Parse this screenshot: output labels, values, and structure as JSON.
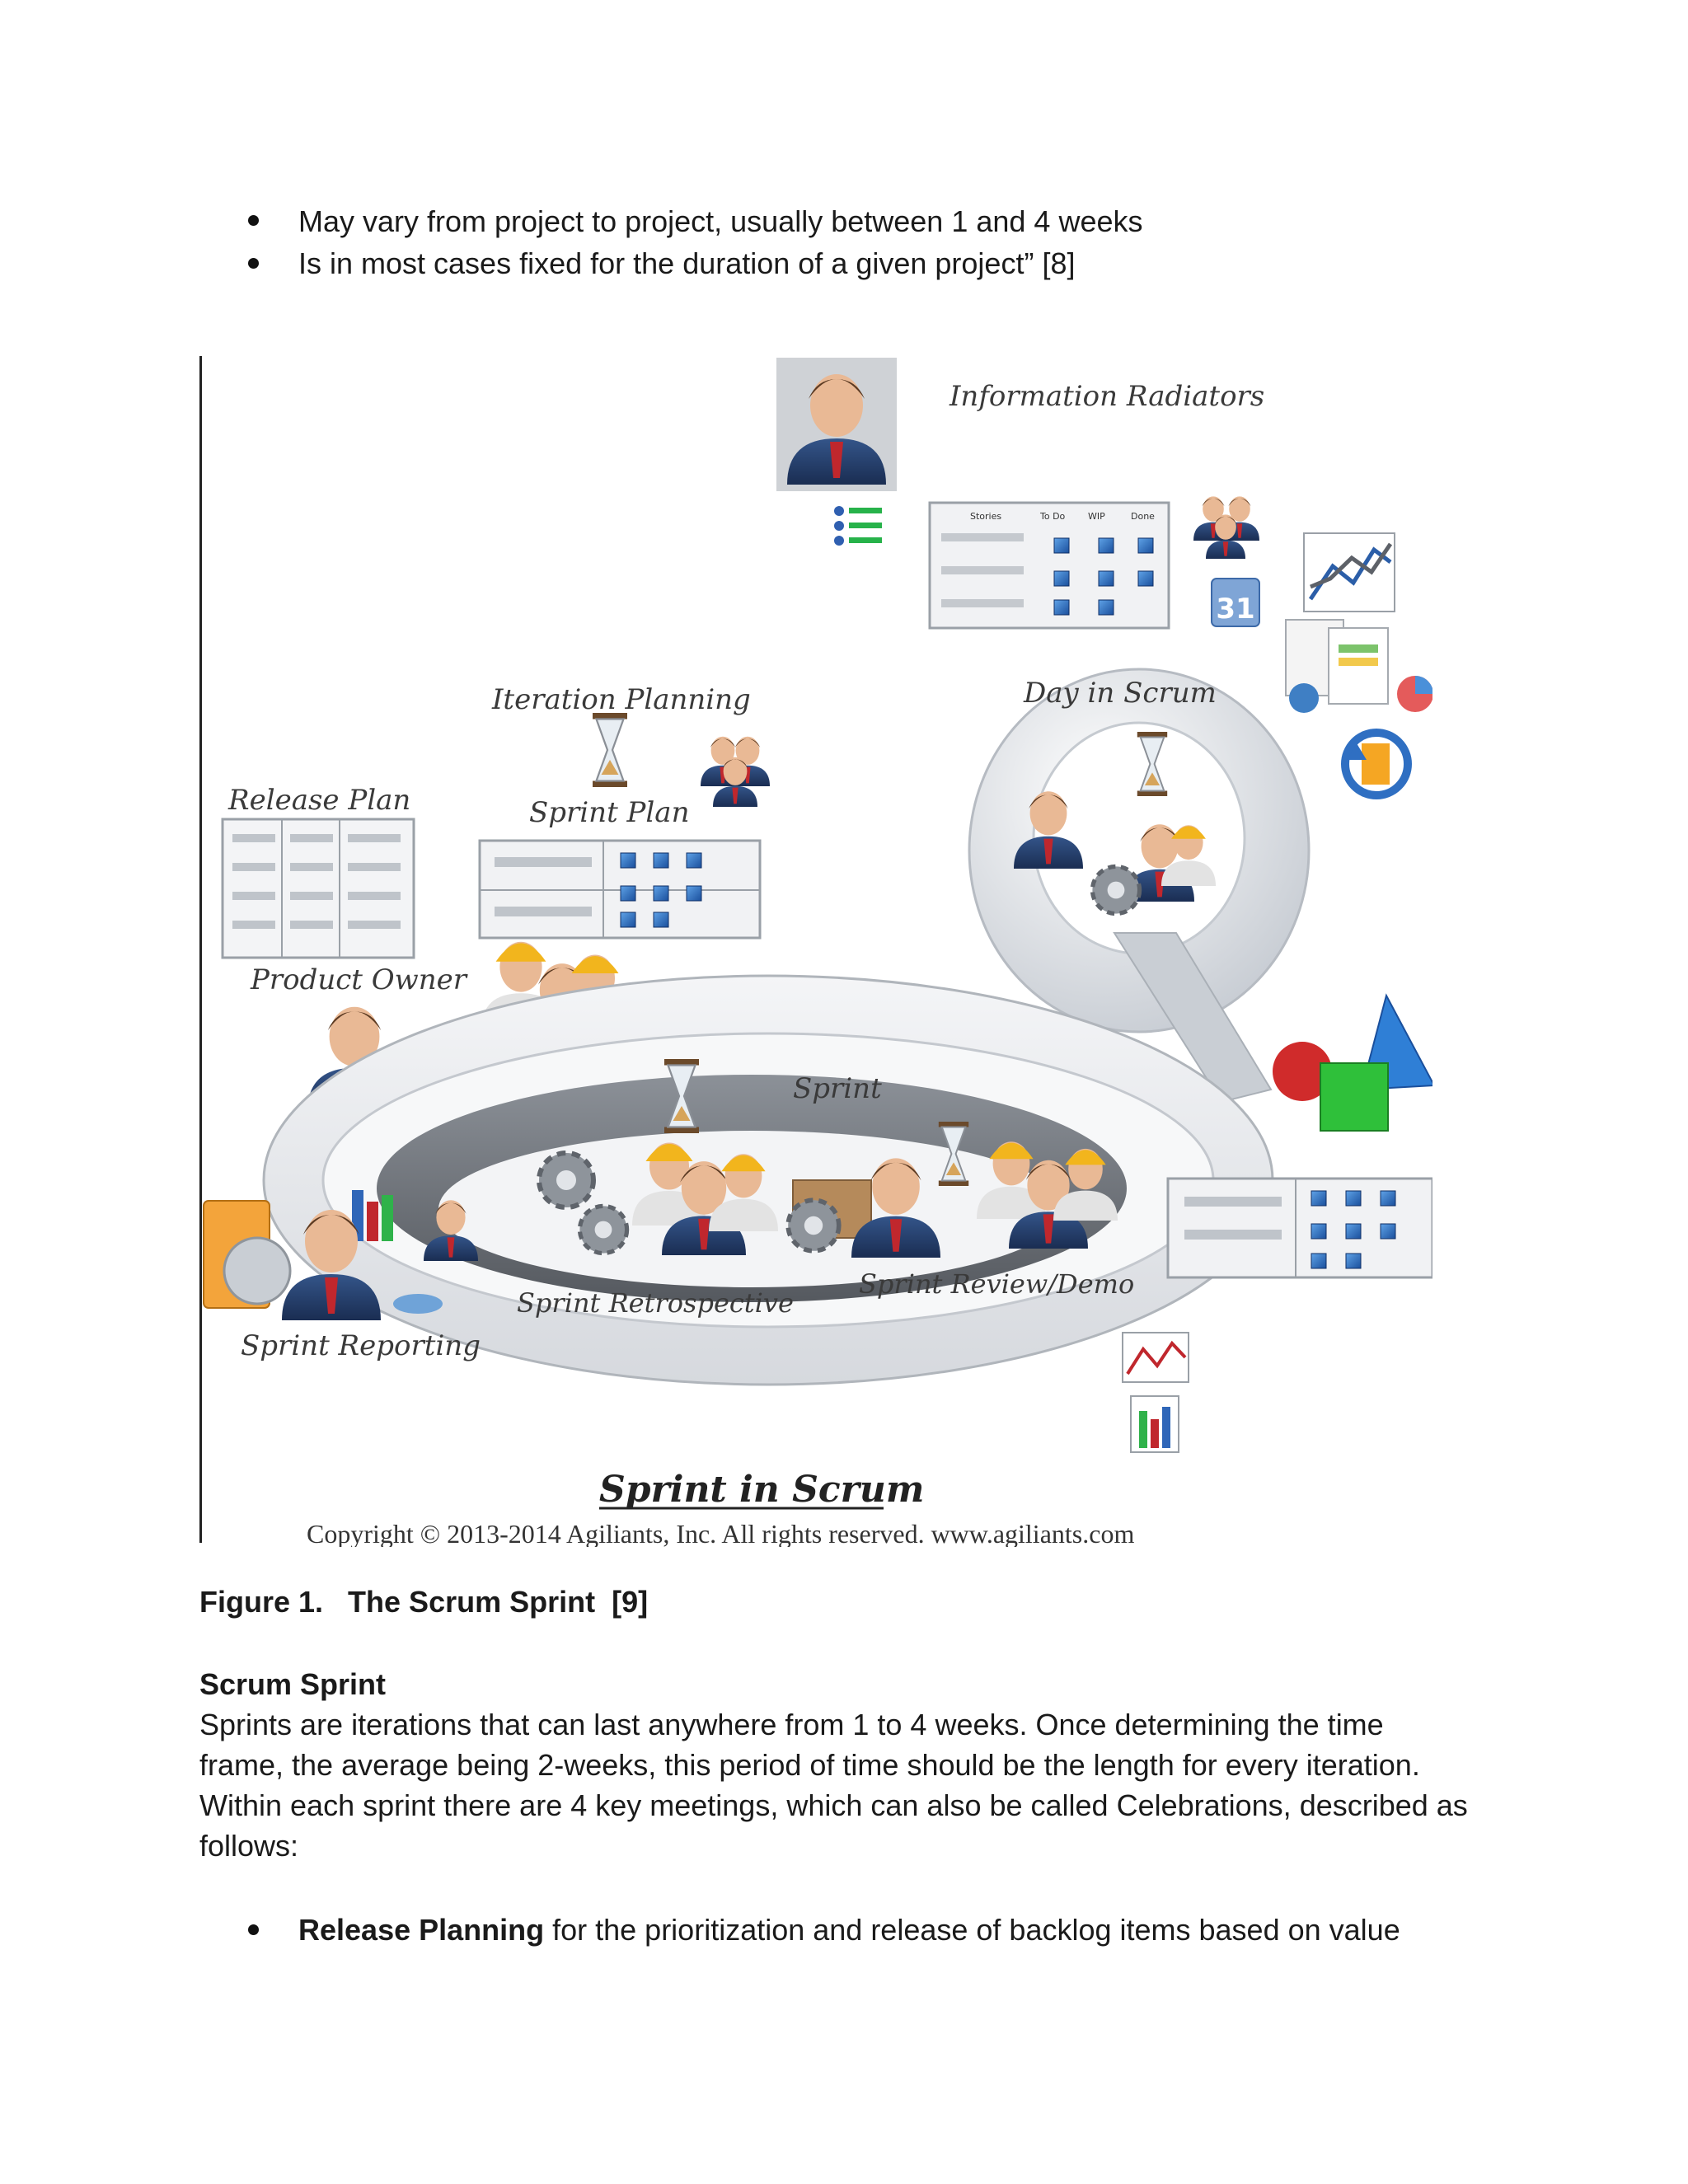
{
  "top_bullets": [
    "May vary from project to project, usually between 1 and 4 weeks",
    "Is in most cases fixed for the duration of a given project”   [8]"
  ],
  "figure": {
    "labels": {
      "information_radiators": "Information Radiators",
      "day_in_scrum": "Day in Scrum",
      "iteration_planning": "Iteration Planning",
      "sprint_plan": "Sprint Plan",
      "release_plan": "Release Plan",
      "product_owner": "Product Owner",
      "sprint": "Sprint",
      "sprint_retrospective": "Sprint Retrospective",
      "sprint_review_demo": "Sprint Review/Demo",
      "sprint_reporting": "Sprint Reporting",
      "calendar_day": "31",
      "board_columns": [
        "Stories",
        "To Do",
        "WIP",
        "Done"
      ]
    },
    "title": "Sprint in Scrum",
    "copyright": "Copyright © 2013-2014 Agiliants, Inc. All rights reserved. www.agiliants.com"
  },
  "caption": {
    "label": "Figure 1.",
    "title": "The Scrum Sprint",
    "ref": "[9]"
  },
  "section": {
    "heading": "Scrum Sprint",
    "paragraph_lines": [
      "Sprints are iterations that can last anywhere from 1 to 4 weeks.  Once determining the time",
      "frame, the average being 2-weeks, this period of time should be the length for every iteration.",
      "Within each sprint there are 4 key meetings, which can also be called Celebrations, described as",
      "follows:"
    ]
  },
  "bottom_bullet": {
    "bold": "Release Planning",
    "rest": " for the prioritization and release of backlog items based on value"
  }
}
